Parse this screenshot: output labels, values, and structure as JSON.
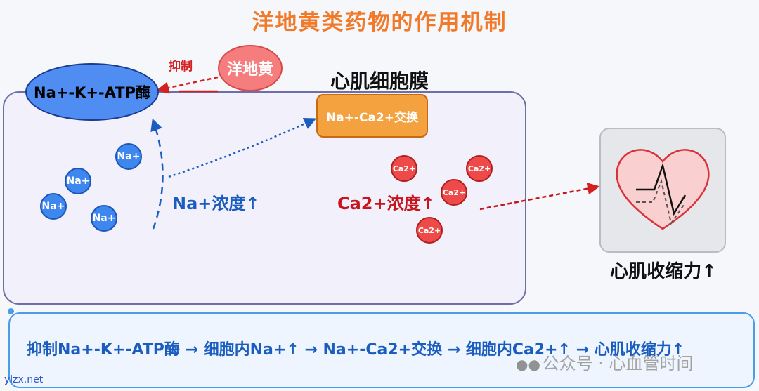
{
  "title": "洋地黄类药物的作用机制",
  "drug": "洋地黄",
  "inhibit_label": "抑制",
  "pump": "Na+-K+-ATP酶",
  "membrane_label": "心肌细胞膜",
  "exchanger": "Na+-Ca2+交换",
  "na_concentration": "Na+浓度↑",
  "ca_concentration": "Ca2+浓度↑",
  "na_ion_label": "Na+",
  "ca_ion_label": "Ca2+",
  "contraction": "心肌收缩力↑",
  "summary": "抑制Na+-K+-ATP酶 → 细胞内Na+↑ → Na+-Ca2+交换 → 细胞内Ca2+↑ → 心肌收缩力↑",
  "watermark": "公众号 · 心血管时间",
  "watermark_icon": "wechat-icon",
  "site": "ylzx.net",
  "colors": {
    "title": "#f07a2a",
    "na": "#1b5dbf",
    "ca": "#c8151c",
    "cell_border": "#6f6fa8",
    "summary_border": "#4a9be8"
  }
}
